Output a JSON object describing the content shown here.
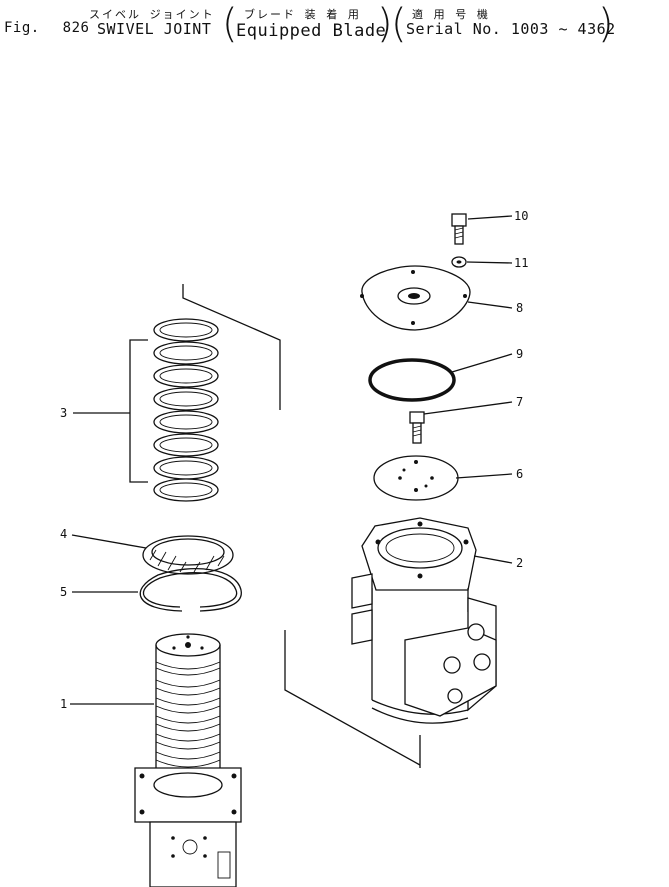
{
  "header": {
    "fig_label": "Fig.",
    "fig_number": "826",
    "title_jp": "スイベル ジョイント",
    "title_en": "SWIVEL JOINT",
    "qualifier_jp": "ブレード 装 着 用",
    "qualifier_en": "Equipped Blade",
    "serial_jp": "適 用 号 機",
    "serial_en": "Serial No. 1003 ~ 4362"
  },
  "callouts": [
    "1",
    "2",
    "3",
    "4",
    "5",
    "6",
    "7",
    "8",
    "9",
    "10",
    "11"
  ]
}
